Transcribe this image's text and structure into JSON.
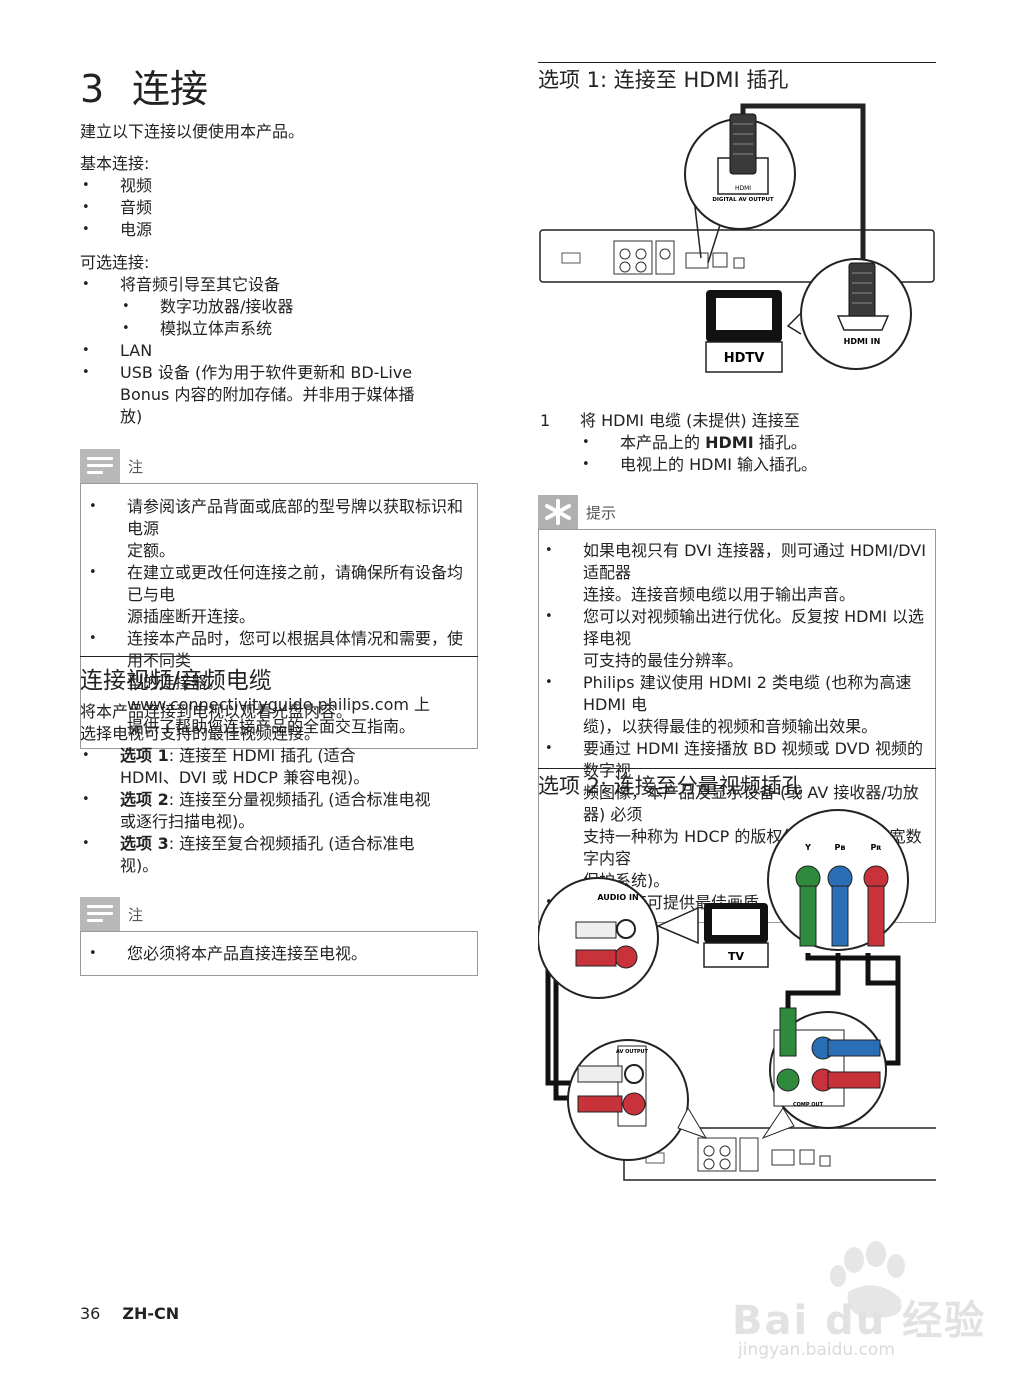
{
  "chapter": {
    "number": "3",
    "title": "连接"
  },
  "intro": "建立以下连接以便使用本产品。",
  "basic": {
    "heading": "基本连接:",
    "items": [
      "视频",
      "音频",
      "电源"
    ]
  },
  "optional": {
    "heading": "可选连接:",
    "item1": "将音频引导至其它设备",
    "sub1": "数字功放器/接收器",
    "sub2": "模拟立体声系统",
    "item2": "LAN",
    "item3_l1": "USB 设备 (作为用于软件更新和 BD-Live",
    "item3_l2": "Bonus 内容的附加存储。并非用于媒体播",
    "item3_l3": "放)"
  },
  "note1": {
    "label": "注",
    "items": [
      [
        "请参阅该产品背面或底部的型号牌以获取标识和电源",
        "定额。"
      ],
      [
        "在建立或更改任何连接之前，请确保所有设备均已与电",
        "源插座断开连接。"
      ],
      [
        "连接本产品时，您可以根据具体情况和需要，使用不同类",
        "型的连接器。www.connectivityguide.philips.com 上",
        "提供了帮助您连接产品的全面交互指南。"
      ]
    ]
  },
  "section_av": {
    "title": "连接视频/音频电缆",
    "p1": "将本产品连接到电视以观看光盘内容。",
    "p2": "选择电视可支持的最佳视频连接。",
    "opt1_bold": "选项 1",
    "opt1_l1": ": 连接至 HDMI 插孔 (适合",
    "opt1_l2": "HDMI、DVI 或 HDCP 兼容电视)。",
    "opt2_bold": "选项 2",
    "opt2_l1": ": 连接至分量视频插孔 (适合标准电视",
    "opt2_l2": "或逐行扫描电视)。",
    "opt3_bold": "选项 3",
    "opt3_l1": ": 连接至复合视频插孔 (适合标准电",
    "opt3_l2": "视)。"
  },
  "note2": {
    "label": "注",
    "item": "您必须将本产品直接连接至电视。"
  },
  "option1": {
    "title": "选项 1:  连接至 HDMI 插孔",
    "step_num": "1",
    "step": "将 HDMI 电缆 (未提供) 连接至",
    "sub1_pre": "本产品上的 ",
    "sub1_bold": "HDMI",
    "sub1_post": " 插孔。",
    "sub2": "电视上的 HDMI 输入插孔。"
  },
  "diagram1": {
    "hdmi_label": "HDMI",
    "port_label": "DIGITAL AV OUTPUT",
    "tv_label": "HDTV",
    "hdmi_in": "HDMI IN"
  },
  "tip": {
    "label": "提示",
    "items": [
      [
        "如果电视只有 DVI 连接器，则可通过 HDMI/DVI 适配器",
        "连接。连接音频电缆以用于输出声音。"
      ],
      [
        "您可以对视频输出进行优化。反复按 HDMI 以选择电视",
        "可支持的最佳分辨率。"
      ],
      [
        "Philips 建议使用 HDMI 2 类电缆 (也称为高速 HDMI 电",
        "缆)，以获得最佳的视频和音频输出效果。"
      ],
      [
        "要通过 HDMI 连接播放 BD 视频或 DVD 视频的数字视",
        "频图像，本产品及显示设备 (或 AV 接收器/功放器) 必须",
        "支持一种称为 HDCP 的版权保护系统 (高带宽数字内容",
        "保护系统)。"
      ],
      [
        "此类连接可提供最佳画质。"
      ]
    ]
  },
  "option2": {
    "title": "选项 2:  连接至分量视频插孔"
  },
  "diagram2": {
    "y": "Y",
    "pb": "Pʙ",
    "pr": "Pʀ",
    "audio_in": "AUDIO IN",
    "tv_label": "TV",
    "av_output": "AV OUTPUT",
    "comp_out": "COMP OUT"
  },
  "footer": {
    "page": "36",
    "lang": "ZH-CN"
  },
  "watermark": {
    "brand": "Bai du 经验",
    "url": "jingyan.baidu.com"
  },
  "colors": {
    "rule": "#222222",
    "note_icon": "#b8b8b8",
    "green": "#2e8b3e",
    "blue": "#2a6fb5",
    "red": "#c8323a"
  }
}
